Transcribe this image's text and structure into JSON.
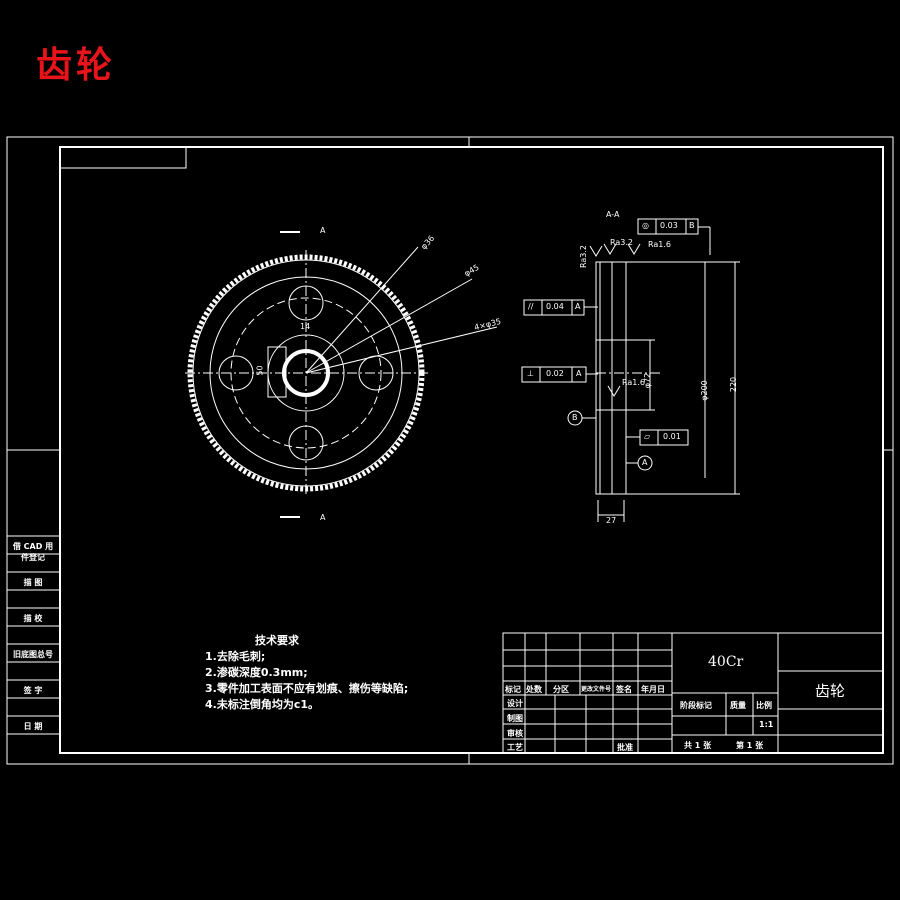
{
  "title": "齿轮",
  "technical_requirements": {
    "heading": "技术要求",
    "items": [
      "1.去除毛刺;",
      "2.渗碳深度0.3mm;",
      "3.零件加工表面不应有划痕、擦伤等缺陷;",
      "4.未标注倒角均为c1。"
    ]
  },
  "side_panel": {
    "items": [
      "借 CAD 用件登记",
      "描 图",
      "描 校",
      "旧底图总号",
      "签 字",
      "日 期"
    ]
  },
  "front_view": {
    "section_mark": "A",
    "dims": {
      "d36": "φ36",
      "d45": "φ45",
      "holes": "4×φ35",
      "keyway_width": "14",
      "keyway_height": "50"
    }
  },
  "section_view": {
    "label": "A-A",
    "tolerances": {
      "concentricity": {
        "symbol": "◎",
        "value": "0.03",
        "datum": "B"
      },
      "parallelism": {
        "symbol": "//",
        "value": "0.04",
        "datum": "A"
      },
      "runout": {
        "symbol": "⊥",
        "value": "0.02",
        "datum": "A"
      },
      "flatness": {
        "symbol": "▱",
        "value": "0.01"
      }
    },
    "roughness": {
      "r1": "Ra3.2",
      "r2": "Ra3.2",
      "r3": "Ra1.6",
      "r4": "Ra1.6"
    },
    "dims": {
      "d72": "φ72",
      "d200": "φ200",
      "d220": "220",
      "width": "27"
    },
    "datums": {
      "a": "A",
      "b": "B"
    }
  },
  "title_block": {
    "material": "40Cr",
    "part_name": "齿轮",
    "headers": [
      "标记",
      "处数",
      "分区",
      "更改文件号",
      "签名",
      "年月日"
    ],
    "rows": [
      "设计",
      "制图",
      "审核",
      "工艺"
    ],
    "approve": "批准",
    "stage_label": "阶段标记",
    "mass_label": "质量",
    "scale_label": "比例",
    "scale": "1:1",
    "sheets_total": "共 1 张",
    "sheet_no": "第 1 张"
  }
}
